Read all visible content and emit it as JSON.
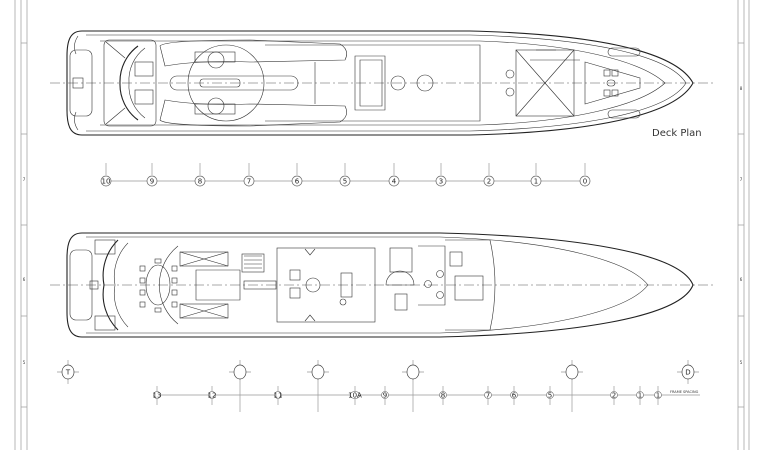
{
  "drawing": {
    "title": "Deck Plan",
    "frame_spacing_label": "FRAME SPACING"
  },
  "border_zones": {
    "left": [
      "7",
      "6",
      "5"
    ],
    "right": [
      "8",
      "7",
      "6",
      "5"
    ]
  },
  "stations": [
    "10",
    "9",
    "8",
    "7",
    "6",
    "5",
    "4",
    "3",
    "2",
    "1",
    "0"
  ],
  "frames": [
    "13",
    "12",
    "11",
    "10A",
    "9",
    "8",
    "7",
    "6",
    "5",
    "2",
    "1",
    "1"
  ],
  "bulkhead_markers": {
    "aft": "T",
    "fwd": "D"
  }
}
